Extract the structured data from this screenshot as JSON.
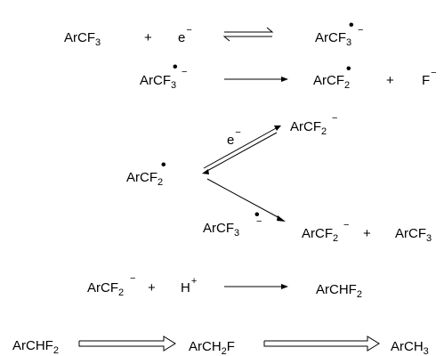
{
  "reactions": {
    "r1": {
      "reactant": "ArCF",
      "reactant_sub": "3",
      "plus": "+",
      "electron": "e",
      "electron_charge": "−",
      "product": "ArCF",
      "product_sub": "3",
      "product_radical": "•",
      "product_charge": "−"
    },
    "r2": {
      "reactant": "ArCF",
      "reactant_sub": "3",
      "reactant_radical": "•",
      "reactant_charge": "−",
      "product1": "ArCF",
      "product1_sub": "2",
      "product1_radical": "•",
      "plus": "+",
      "product2": "F",
      "product2_charge": "−"
    },
    "r3": {
      "center": "ArCF",
      "center_sub": "2",
      "center_radical": "•",
      "upper_reagent": "e",
      "upper_reagent_charge": "−",
      "upper_product": "ArCF",
      "upper_product_sub": "2",
      "upper_product_charge": "−",
      "lower_reagent": "ArCF",
      "lower_reagent_sub": "3",
      "lower_reagent_radical": "•",
      "lower_reagent_charge": "−",
      "lower_product1": "ArCF",
      "lower_product1_sub": "2",
      "lower_product1_charge": "−",
      "plus": "+",
      "lower_product2": "ArCF",
      "lower_product2_sub": "3"
    },
    "r4": {
      "reactant": "ArCF",
      "reactant_sub": "2",
      "reactant_charge": "−",
      "plus": "+",
      "proton": "H",
      "proton_charge": "+",
      "product": "ArCHF",
      "product_sub": "2"
    },
    "r5": {
      "start": "ArCHF",
      "start_sub": "2",
      "middle": "ArCH",
      "middle_sub": "2",
      "middle_tail": "F",
      "end": "ArCH",
      "end_sub": "3"
    }
  }
}
